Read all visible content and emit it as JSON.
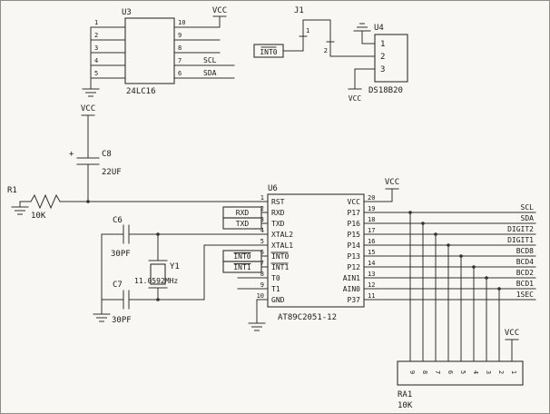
{
  "u3": {
    "ref": "U3",
    "part": "24LC16",
    "vcc": "VCC",
    "left_pins": [
      "1",
      "2",
      "3",
      "4",
      "5"
    ],
    "right_pins": [
      "10",
      "9",
      "8",
      "7",
      "6"
    ],
    "net_scl": "SCL",
    "net_sda": "SDA"
  },
  "j1": {
    "ref": "J1",
    "pin1": "1",
    "pin2": "2"
  },
  "int0_net": "INT0",
  "u4": {
    "ref": "U4",
    "part": "DS18B20",
    "pin1": "1",
    "pin2": "2",
    "pin3": "3",
    "vcc": "VCC"
  },
  "reset": {
    "vcc": "VCC",
    "plus": "+",
    "c8_ref": "C8",
    "c8_val": "22UF",
    "r1_ref": "R1",
    "r1_val": "10K"
  },
  "osc": {
    "c6_ref": "C6",
    "c6_val": "30PF",
    "c7_ref": "C7",
    "c7_val": "30PF",
    "y1_ref": "Y1",
    "y1_val": "11.0592MHz"
  },
  "u6": {
    "ref": "U6",
    "part": "AT89C2051-12",
    "vcc": "VCC",
    "left": [
      {
        "num": "1",
        "name": "RST"
      },
      {
        "num": "2",
        "name": "RXD"
      },
      {
        "num": "3",
        "name": "TXD"
      },
      {
        "num": "4",
        "name": "XTAL2"
      },
      {
        "num": "5",
        "name": "XTAL1"
      },
      {
        "num": "6",
        "name": "INT0"
      },
      {
        "num": "7",
        "name": "INT1"
      },
      {
        "num": "8",
        "name": "T0"
      },
      {
        "num": "9",
        "name": "T1"
      },
      {
        "num": "10",
        "name": "GND"
      }
    ],
    "right": [
      {
        "num": "20",
        "name": "VCC"
      },
      {
        "num": "19",
        "name": "P17"
      },
      {
        "num": "18",
        "name": "P16"
      },
      {
        "num": "17",
        "name": "P15"
      },
      {
        "num": "16",
        "name": "P14"
      },
      {
        "num": "15",
        "name": "P13"
      },
      {
        "num": "14",
        "name": "P12"
      },
      {
        "num": "13",
        "name": "AIN1"
      },
      {
        "num": "12",
        "name": "AIN0"
      },
      {
        "num": "11",
        "name": "P37"
      }
    ]
  },
  "netboxes": {
    "rxd": "RXD",
    "txd": "TXD",
    "int0": "INT0",
    "int1": "INT1"
  },
  "right_nets": [
    "SCL",
    "SDA",
    "DIGIT2",
    "DIGIT1",
    "BCD8",
    "BCD4",
    "BCD2",
    "BCD1",
    "1SEC"
  ],
  "ra1": {
    "ref": "RA1",
    "val": "10K",
    "vcc": "VCC",
    "pins": [
      "9",
      "8",
      "7",
      "6",
      "5",
      "4",
      "3",
      "2",
      "1"
    ]
  }
}
